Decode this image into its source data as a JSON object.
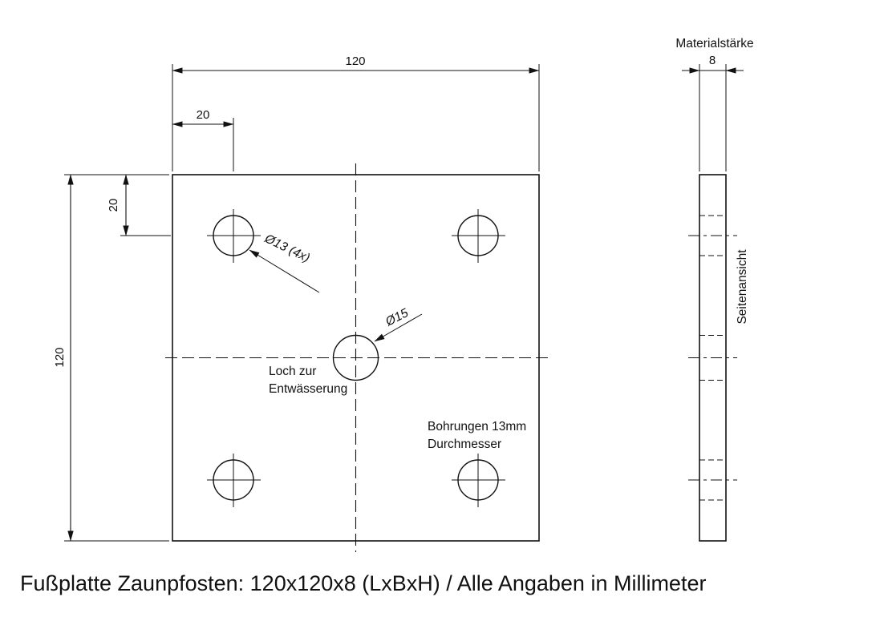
{
  "drawing": {
    "title": "Fußplatte Zaunpfosten: 120x120x8 (LxBxH) / Alle Angaben in Millimeter"
  },
  "top_view": {
    "dim_width": "120",
    "dim_height": "120",
    "dim_hole_offset_x": "20",
    "dim_hole_offset_y": "20",
    "bolt_hole_label": "Ø13 (4x)",
    "drain_hole_label": "Ø15",
    "drain_note": [
      "Loch zur",
      "Entwässerung"
    ],
    "bolt_note": [
      "Bohrungen 13mm",
      "Durchmesser"
    ]
  },
  "side_view": {
    "heading": "Materialstärke",
    "dim_thickness": "8",
    "label": "Seitenansicht"
  }
}
